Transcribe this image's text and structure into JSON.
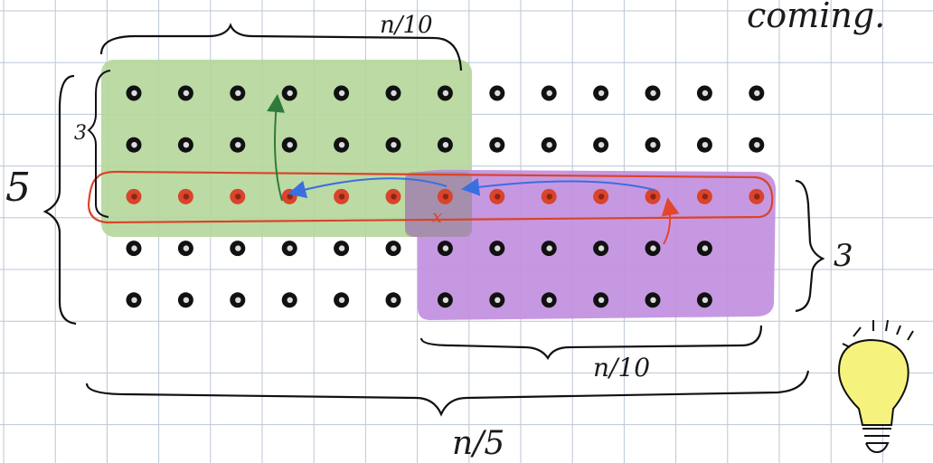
{
  "grid": {
    "color": "#bcc6d6"
  },
  "colors": {
    "ink": "#111111",
    "highlight_red": "#d9442a",
    "green_region": "#b5d69a",
    "purple_region": "#c18ddf",
    "green_arrow": "#2e7a3a",
    "blue_arrow": "#3a6fe0",
    "red_arrow": "#e2472d",
    "bulb_fill": "#f6f27e"
  },
  "labels": {
    "top_partial": "coming.",
    "n_over_10_top": "n/10",
    "n_over_10_bottom": "n/10",
    "n_over_5": "n/5",
    "rows_left": "5",
    "rows_green": "3",
    "rows_right": "3",
    "marked_point": "x"
  },
  "dot_grid": {
    "rows": 5,
    "row_lengths": [
      13,
      13,
      13,
      12,
      12
    ],
    "highlighted_row": 3,
    "marked_point": {
      "row": 3,
      "column": 7
    }
  },
  "icons": {
    "bulb": "lightbulb-icon"
  }
}
